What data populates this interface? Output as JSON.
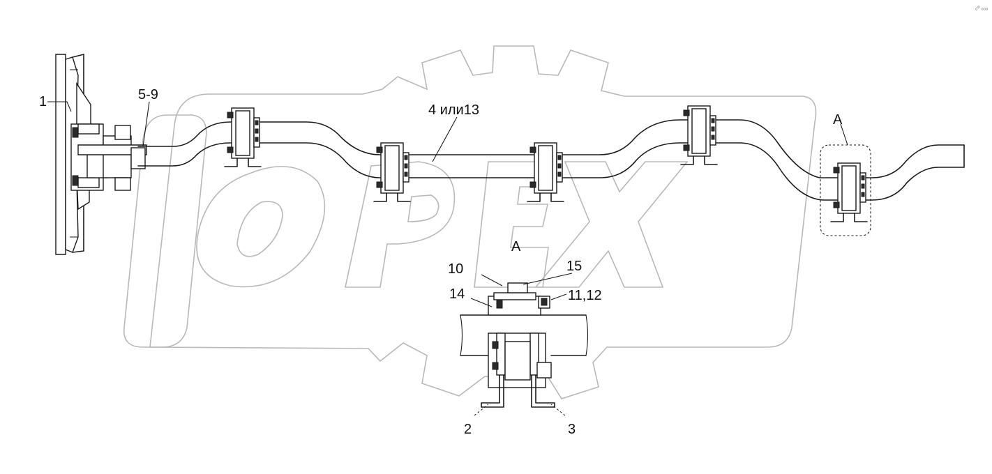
{
  "watermark": {
    "text": "OPEX",
    "color": "#b8b8b8",
    "icon": "gear-logo"
  },
  "corner_mark": "₀º ₀₀₀",
  "labels": {
    "l1": "1",
    "l59": "5-9",
    "l4": "4 или13",
    "lA_top": "A",
    "lA_view": "A",
    "l10": "10",
    "l15": "15",
    "l14": "14",
    "l1112": "11,12",
    "l2": "2",
    "l3": "3"
  }
}
